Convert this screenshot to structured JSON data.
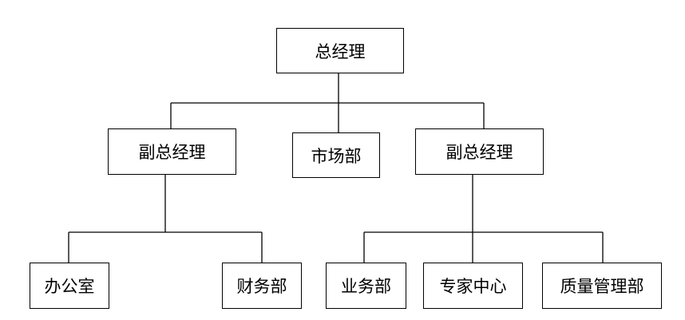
{
  "org_chart": {
    "root": {
      "label": "总经理"
    },
    "level2": {
      "vp_left": {
        "label": "副总经理"
      },
      "market": {
        "label": "市场部"
      },
      "vp_right": {
        "label": "副总经理"
      }
    },
    "level3_left": {
      "office": {
        "label": "办公室"
      },
      "finance": {
        "label": "财务部"
      }
    },
    "level3_right": {
      "business": {
        "label": "业务部"
      },
      "experts": {
        "label": "专家中心"
      },
      "quality": {
        "label": "质量管理部"
      }
    },
    "colors": {
      "line": "#000000",
      "box_border": "#000000",
      "background": "#ffffff"
    }
  }
}
